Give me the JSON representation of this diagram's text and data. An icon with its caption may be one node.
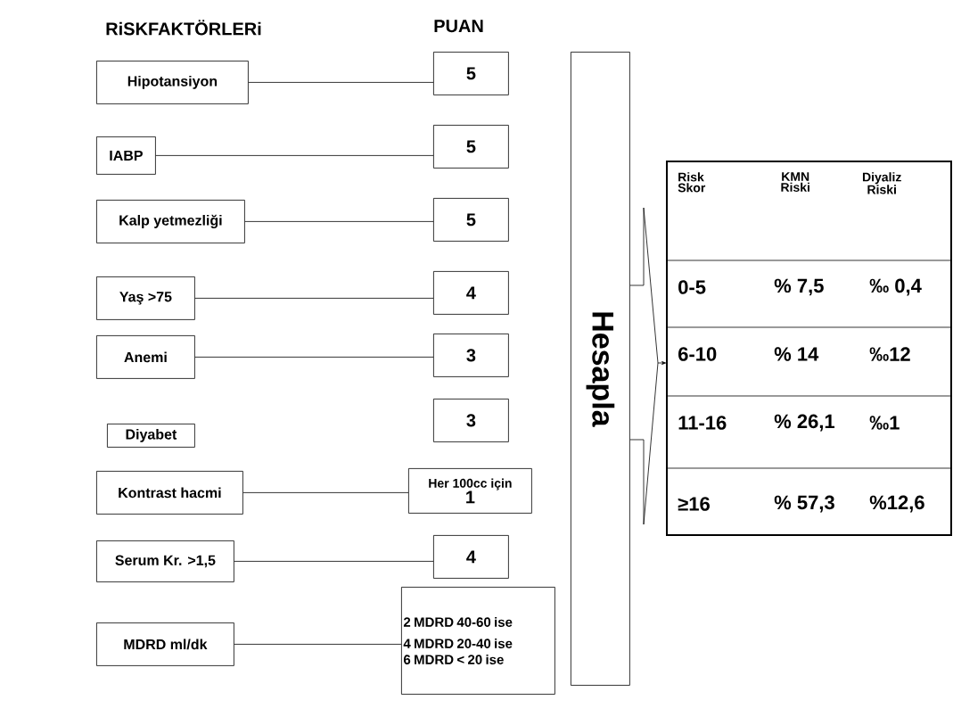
{
  "diagram": {
    "nodes": [
      {
        "text": [
          "Hipotansiyon"
        ]
      },
      {
        "text": [
          "IABP"
        ]
      },
      {
        "text": [
          "Kalp yetmezliği"
        ]
      },
      {
        "text": [
          "Yaş >75"
        ]
      },
      {
        "text": [
          "Anemi"
        ]
      },
      {
        "text": [
          "Diyabet"
        ]
      },
      {
        "text": [
          "Kontrast hacmi"
        ]
      },
      {
        "text": [
          "Serum Kr. >1,5"
        ]
      },
      {
        "text": [
          "MDRD ml/dk"
        ]
      },
      {
        "text": [
          "5"
        ]
      },
      {
        "text": [
          "5"
        ]
      },
      {
        "text": [
          "5"
        ]
      },
      {
        "text": [
          "4"
        ]
      },
      {
        "text": [
          "3"
        ]
      },
      {
        "text": [
          "3"
        ]
      },
      {
        "text": [
          "Her 100cc için",
          "1"
        ]
      },
      {
        "text": [
          "4"
        ]
      },
      {
        "text": [
          "2 MDRD 40-60 ise",
          "4 MDRD 20-40 ise",
          "6 MDRD < 20 ise"
        ]
      },
      {
        "text": [
          "Hesapla"
        ]
      },
      {
        "text": [
          "Risk Skor",
          "KMN Riski",
          "Diyaliz Riski",
          "0-5",
          "% 7,5",
          "‰ 0,4",
          "6-10",
          "% 14",
          "‰12",
          "11-16",
          "% 26,1",
          "‰1",
          "≥16",
          "% 57,3",
          "%12,6"
        ]
      }
    ],
    "edges": [
      {
        "from": 0,
        "to": 9,
        "arrow": "none"
      },
      {
        "from": 1,
        "to": 10,
        "arrow": "none"
      },
      {
        "from": 2,
        "to": 11,
        "arrow": "none"
      },
      {
        "from": 3,
        "to": 12,
        "arrow": "none"
      },
      {
        "from": 4,
        "to": 13,
        "arrow": "none"
      },
      {
        "from": 6,
        "to": 15,
        "arrow": "none"
      },
      {
        "from": 7,
        "to": 16,
        "arrow": "none"
      },
      {
        "from": 8,
        "to": 17,
        "arrow": "none"
      },
      {
        "from": 18,
        "to": 19,
        "arrow": "to"
      }
    ],
    "labels": [
      "RiSKFAKTÖRLERi",
      "PUAN"
    ]
  }
}
